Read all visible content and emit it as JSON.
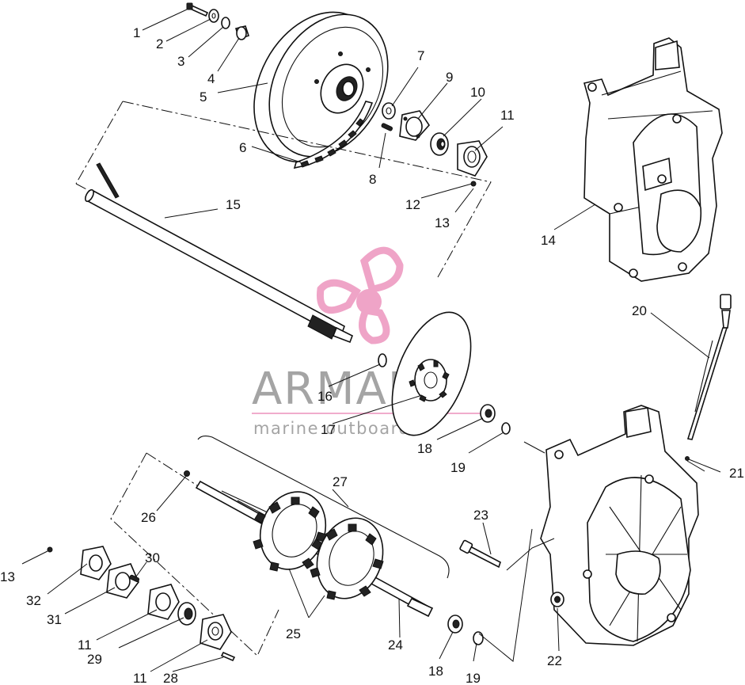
{
  "watermark": {
    "brand": "ARMADA",
    "tagline": "marine outboards",
    "accent_color": "#e35b9a"
  },
  "callouts": [
    "1",
    "2",
    "3",
    "4",
    "5",
    "6",
    "7",
    "8",
    "9",
    "10",
    "11",
    "12",
    "13",
    "14",
    "15",
    "16",
    "17",
    "18",
    "19",
    "20",
    "21",
    "22",
    "23",
    "24",
    "25",
    "26",
    "27",
    "28",
    "29",
    "30",
    "31",
    "32"
  ]
}
